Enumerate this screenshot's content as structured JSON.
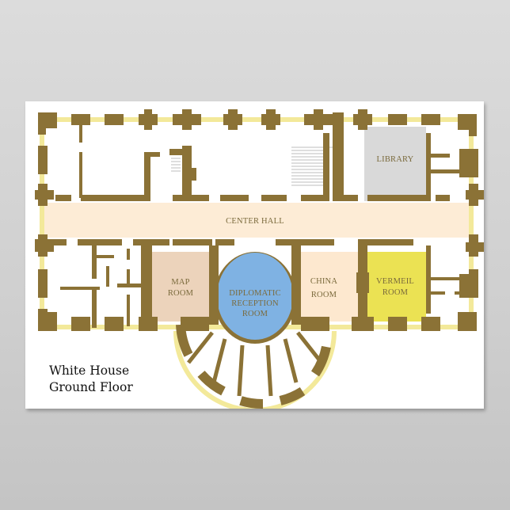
{
  "title": {
    "line1": "White House",
    "line2": "Ground Floor"
  },
  "rooms": {
    "center_hall": {
      "label": "CENTER HALL",
      "color": "#fdecd6"
    },
    "library": {
      "label": "LIBRARY",
      "color": "#d9d9d9"
    },
    "map_room": {
      "line1": "MAP",
      "line2": "ROOM",
      "color": "#ecd3bb"
    },
    "diplomatic": {
      "line1": "DIPLOMATIC",
      "line2": "RECEPTION",
      "line3": "ROOM",
      "color": "#7fb2e3"
    },
    "china_room": {
      "line1": "CHINA",
      "line2": "ROOM",
      "color": "#fde8cf"
    },
    "vermeil_room": {
      "line1": "VERMEIL",
      "line2": "ROOM",
      "color": "#ebe253"
    }
  },
  "colors": {
    "wall": "#8b7236",
    "window": "#f3e99a",
    "poster": "#ffffff",
    "background": "#d4d4d4"
  }
}
